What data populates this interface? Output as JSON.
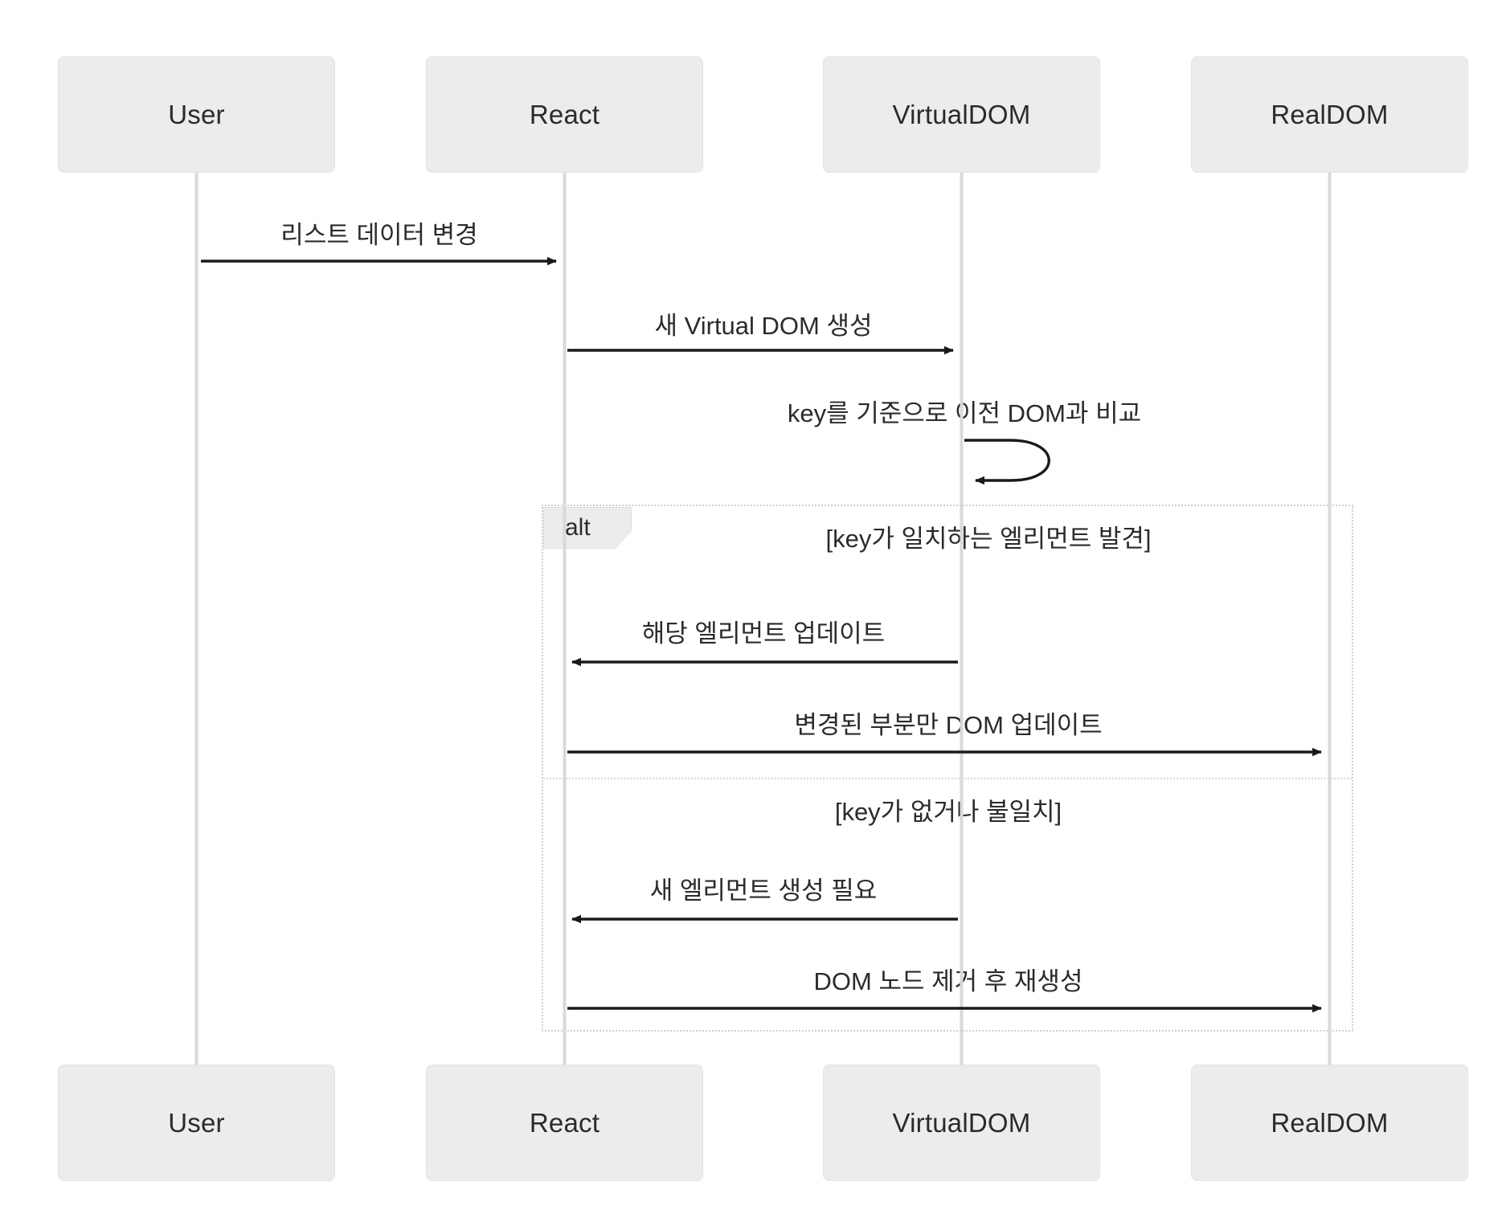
{
  "diagram": {
    "type": "sequence-diagram",
    "background": "#ffffff",
    "box_fill": "#ececec",
    "box_stroke": "#e3e3e3",
    "line_color": "#1a1a1a",
    "lifeline_color": "#d9d9d9",
    "frame_color": "#d0d0d0",
    "text_color": "#2b2b2b"
  },
  "participants": [
    {
      "id": "user",
      "label": "User"
    },
    {
      "id": "react",
      "label": "React"
    },
    {
      "id": "virtualdom",
      "label": "VirtualDOM"
    },
    {
      "id": "realdom",
      "label": "RealDOM"
    }
  ],
  "participants_bottom": [
    {
      "id": "user",
      "label": "User"
    },
    {
      "id": "react",
      "label": "React"
    },
    {
      "id": "virtualdom",
      "label": "VirtualDOM"
    },
    {
      "id": "realdom",
      "label": "RealDOM"
    }
  ],
  "messages": [
    {
      "id": "m1",
      "from": "user",
      "to": "react",
      "label": "리스트 데이터 변경",
      "kind": "solid-arrow",
      "direction": "right"
    },
    {
      "id": "m2",
      "from": "react",
      "to": "virtualdom",
      "label": "새 Virtual DOM 생성",
      "kind": "solid-arrow",
      "direction": "right"
    },
    {
      "id": "m3",
      "from": "virtualdom",
      "to": "virtualdom",
      "label": "key를 기준으로 이전 DOM과 비교",
      "kind": "self-loop",
      "direction": "self"
    },
    {
      "id": "m4",
      "from": "virtualdom",
      "to": "react",
      "label": "해당 엘리먼트 업데이트",
      "kind": "solid-arrow",
      "direction": "left"
    },
    {
      "id": "m5",
      "from": "react",
      "to": "realdom",
      "label": "변경된 부분만 DOM 업데이트",
      "kind": "solid-arrow",
      "direction": "right"
    },
    {
      "id": "m6",
      "from": "virtualdom",
      "to": "react",
      "label": "새 엘리먼트 생성 필요",
      "kind": "solid-arrow",
      "direction": "left"
    },
    {
      "id": "m7",
      "from": "react",
      "to": "realdom",
      "label": "DOM 노드 제거 후 재생성",
      "kind": "solid-arrow",
      "direction": "right"
    }
  ],
  "alt_block": {
    "tag": "alt",
    "branches": [
      {
        "id": "b1",
        "condition": "[key가 일치하는 엘리먼트 발견]"
      },
      {
        "id": "b2",
        "condition": "[key가 없거나 불일치]"
      }
    ]
  }
}
